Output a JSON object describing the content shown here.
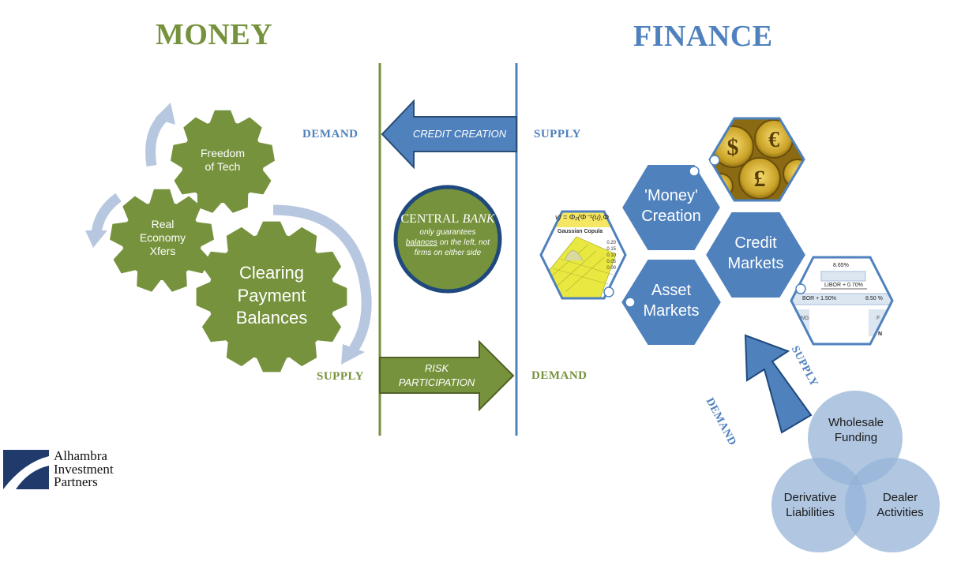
{
  "titles": {
    "money": "MONEY",
    "finance": "FINANCE"
  },
  "flows": {
    "top_left": "DEMAND",
    "top_right": "SUPPLY",
    "bottom_left": "SUPPLY",
    "bottom_right": "DEMAND",
    "credit_creation": "CREDIT CREATION",
    "risk_line1": "RISK",
    "risk_line2": "PARTICIPATION"
  },
  "central_bank": {
    "central": "CENTRAL",
    "bank": "BANK",
    "line1": "only guarantees",
    "balances": "balances",
    "line2_rest": " on the left, not",
    "line3": "firms on either side"
  },
  "gears": {
    "freedom_l1": "Freedom",
    "freedom_l2": "of Tech",
    "real_l1": "Real",
    "real_l2": "Economy",
    "real_l3": "Xfers",
    "clearing_l1": "Clearing",
    "clearing_l2": "Payment",
    "clearing_l3": "Balances"
  },
  "hexes": {
    "money_l1": "'Money'",
    "money_l2": "Creation",
    "credit_l1": "Credit",
    "credit_l2": "Markets",
    "asset_l1": "Asset",
    "asset_l2": "Markets"
  },
  "copula_image": {
    "formula": "v) = Φ₂(Φ⁻¹(u),Φ",
    "caption": "Gaussian Copula",
    "ticks": [
      "0.20",
      "0.15",
      "0.10",
      "0.05",
      "0.00"
    ]
  },
  "libor_image": {
    "rate_top": "8.65%",
    "libor_a": "LIBOR + 0.70%",
    "libor_b": "BOR + 1.50%",
    "rate_right": "8.50 %",
    "frag_ng": "NG",
    "frag_f": "F",
    "frag_n": "N"
  },
  "venn": {
    "wholesale_l1": "Wholesale",
    "wholesale_l2": "Funding",
    "derivative_l1": "Derivative",
    "derivative_l2": "Liabilities",
    "dealer_l1": "Dealer",
    "dealer_l2": "Activities",
    "arrow_demand": "DEMAND",
    "arrow_supply": "SUPPLY"
  },
  "logo": {
    "line1": "Alhambra",
    "line2": "Investment",
    "line3": "Partners"
  },
  "colors": {
    "green": "#76923c",
    "blue": "#4f81bd",
    "navy": "#1f497d",
    "light_blue": "#b8c7e0",
    "venn_fill": "#95b3d7",
    "gold": "#c9a227"
  }
}
